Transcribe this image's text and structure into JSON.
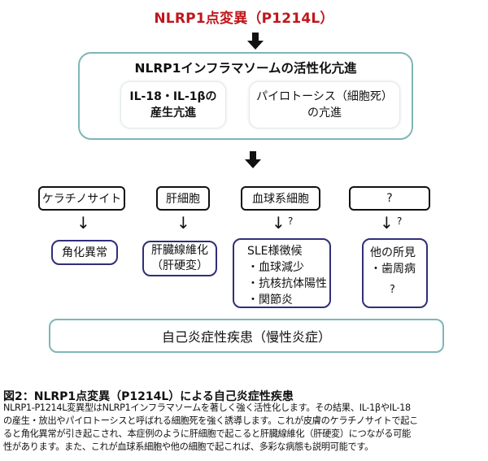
{
  "title": "NLRP1点変異（P1214L）",
  "activation": {
    "title": "NLRP1インフラマソームの活性化亢進",
    "boxes": [
      {
        "lines": [
          "IL-18・IL-1βの",
          "産生亢進"
        ]
      },
      {
        "lines": [
          "パイロトーシス（細胞死）",
          "の亢進"
        ]
      }
    ]
  },
  "arrow_icons": {
    "big": "down-arrow-bold",
    "thin": "↓"
  },
  "cells": [
    {
      "label": "ケラチノサイト",
      "question": ""
    },
    {
      "label": "肝細胞",
      "question": ""
    },
    {
      "label": "血球系細胞",
      "question": "?"
    },
    {
      "label": "?",
      "question": "?"
    }
  ],
  "results": [
    {
      "lines": [
        "角化異常"
      ]
    },
    {
      "lines": [
        "肝臓線維化",
        "（肝硬変）"
      ]
    },
    {
      "lines": [
        "SLE様徴候",
        "・血球減少",
        "・抗核抗体陽性",
        "・関節炎"
      ]
    },
    {
      "lines": [
        "他の所見",
        "・歯周病",
        "?"
      ]
    }
  ],
  "disease": "自己炎症性疾患（慢性炎症）",
  "caption": {
    "title": "図2：NLRP1点変異（P1214L）による自己炎症性疾患",
    "lines": [
      "NLRP1-P1214L変異型はNLRP1インフラマソームを著しく強く活性化します。その結果、IL-1βやIL-18",
      "の産生・放出やパイロトーシスと呼ばれる細胞死を強く誘導します。これが皮膚のケラチノサイトで起こ",
      "ると角化異常が引き起こされ、本症例のように肝細胞で起こると肝臓線維化（肝硬変）につながる可能",
      "性があります。また、これが血球系細胞や他の細胞で起これば、多彩な病態も説明可能です。"
    ]
  },
  "colors": {
    "title_red": "#c0161c",
    "teal_border": "#7fb6b8",
    "navy_border": "#2f2f78",
    "black": "#111111"
  }
}
